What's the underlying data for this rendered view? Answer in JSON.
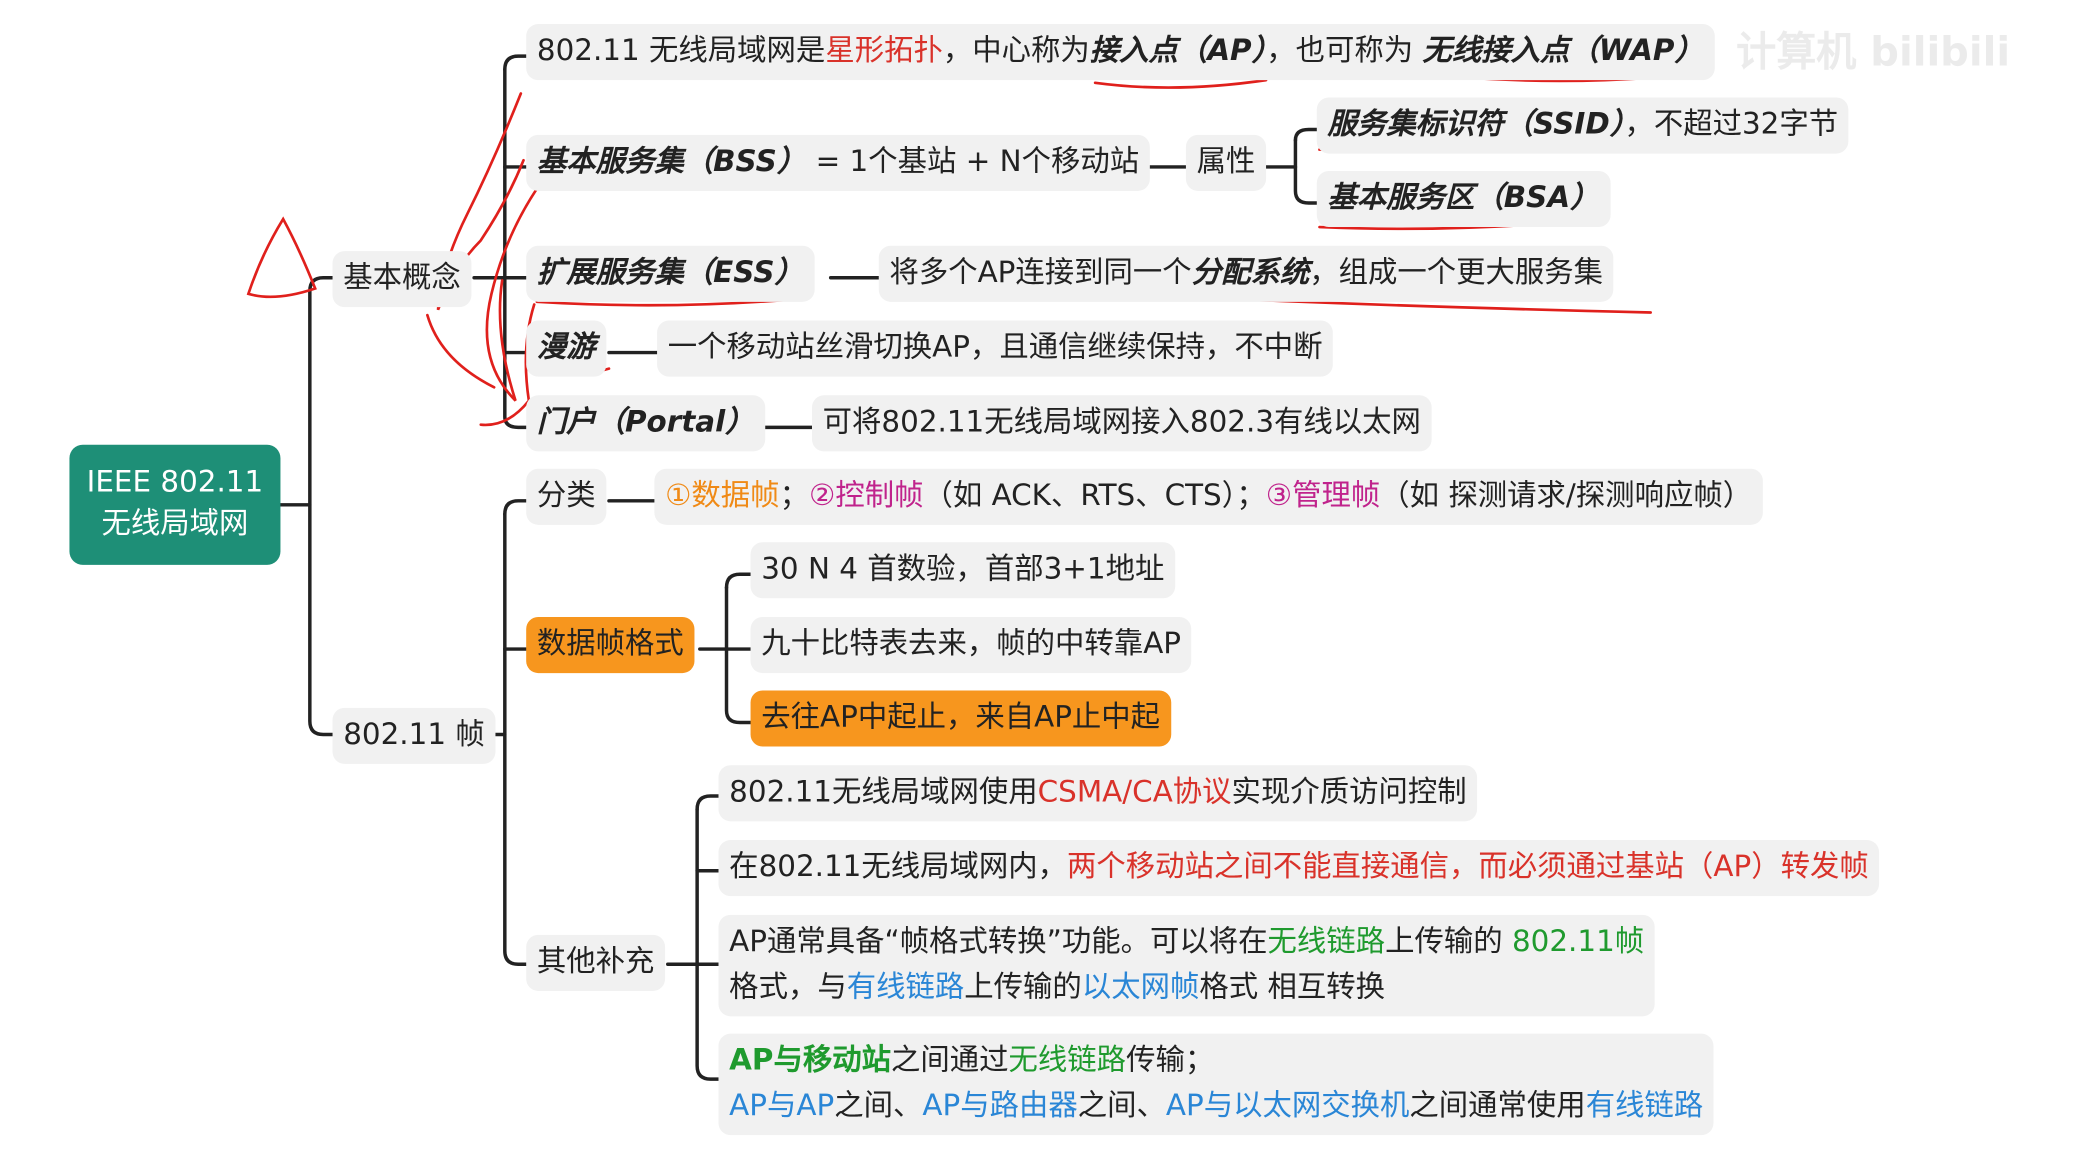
{
  "root": {
    "line1": "IEEE 802.11",
    "line2": "无线局域网"
  },
  "branches": {
    "basic": "基本概念",
    "frame": "802.11 帧"
  },
  "basic": {
    "n1": {
      "a": "802.11 无线局域网是",
      "b": "星形拓扑",
      "c": "，中心称为",
      "d": "接入点（AP）",
      "e": "，也可称为 ",
      "f": "无线接入点（WAP）"
    },
    "bss": {
      "a": "基本服务集（BSS）",
      "b": " = 1个基站 + N个移动站"
    },
    "attr": "属性",
    "ssid": {
      "a": "服务集标识符（SSID）",
      "b": "，不超过32字节"
    },
    "bsa": "基本服务区（BSA）",
    "ess": "扩展服务集（ESS）",
    "ess_desc": {
      "a": "将多个AP连接到同一个",
      "b": "分配系统",
      "c": "，组成一个更大服务集"
    },
    "roam": "漫游",
    "roam_desc": "一个移动站丝滑切换AP，且通信继续保持，不中断",
    "portal": "门户（Portal）",
    "portal_desc": "可将802.11无线局域网接入802.3有线以太网"
  },
  "frame": {
    "cls": "分类",
    "cls_desc": {
      "a": "①数据帧",
      "b": "；",
      "c": "②控制帧",
      "d": "（如 ACK、RTS、CTS）；",
      "e": "③管理帧",
      "f": "（如 探测请求/探测响应帧）"
    },
    "fmt": "数据帧格式",
    "fmt1": "30 N 4 首数验，首部3+1地址",
    "fmt2": "九十比特表去来，帧的中转靠AP",
    "fmt3": "去往AP中起止，来自AP止中起",
    "other": "其他补充",
    "o1": {
      "a": "802.11无线局域网使用",
      "b": "CSMA/CA协议",
      "c": "实现介质访问控制"
    },
    "o2": {
      "a": "在802.11无线局域网内，",
      "b": "两个移动站之间不能直接通信，而必须通过基站（AP）转发帧"
    },
    "o3": {
      "a": "AP通常具备“帧格式转换”功能。可以将在",
      "b": "无线链路",
      "c": "上传输的 ",
      "d": "802.11帧",
      "e": "格式，与",
      "f": "有线链路",
      "g": "上传输的",
      "h": "以太网帧",
      "i": "格式 相互转换"
    },
    "o4": {
      "a": "AP与移动站",
      "b": "之间通过",
      "c": "无线链路",
      "d": "传输；",
      "e": "AP与AP",
      "f": "之间、",
      "g": "AP与路由器",
      "h": "之间、",
      "i": "AP与以太网交换机",
      "j": "之间通常使用",
      "k": "有线链路"
    }
  },
  "watermark": "计算机 bilibili",
  "colors": {
    "root": "#1e8f77",
    "orange": "#f7961e",
    "red": "#d9322a",
    "green": "#1f9a2e",
    "blue": "#2a86d6",
    "purple": "#c0238c",
    "ink": "#e0201c"
  }
}
